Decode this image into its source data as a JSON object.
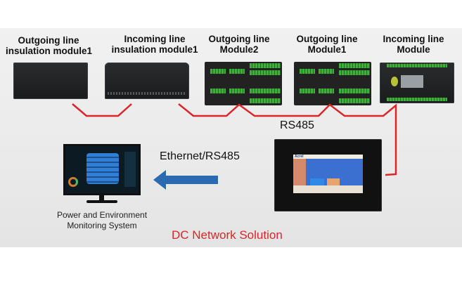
{
  "modules": [
    {
      "id": "outgoing-insulation-1",
      "label_line1": "Outgoing line",
      "label_line2": "insulation module1"
    },
    {
      "id": "incoming-insulation-1",
      "label_line1": "Incoming line",
      "label_line2": "insulation module1"
    },
    {
      "id": "outgoing-2",
      "label_line1": "Outgoing line",
      "label_line2": "Module2"
    },
    {
      "id": "outgoing-1",
      "label_line1": "Outgoing line",
      "label_line2": "Module1"
    },
    {
      "id": "incoming",
      "label_line1": "Incoming line",
      "label_line2": "Module"
    }
  ],
  "bus_label": "RS485",
  "link_label": "Ethernet/RS485",
  "monitoring_system": {
    "line1": "Power and Environment",
    "line2": "Monitoring System"
  },
  "hmi": {
    "brand": "Acrel"
  },
  "solution_title": "DC Network Solution",
  "colors": {
    "bus": "#d8262b",
    "arrow": "#2a6ab0",
    "title": "#d8262b",
    "text": "#111111"
  },
  "icons": {
    "arrow": "left-arrow-icon",
    "monitor": "monitor-icon",
    "hmi": "touchscreen-icon"
  }
}
